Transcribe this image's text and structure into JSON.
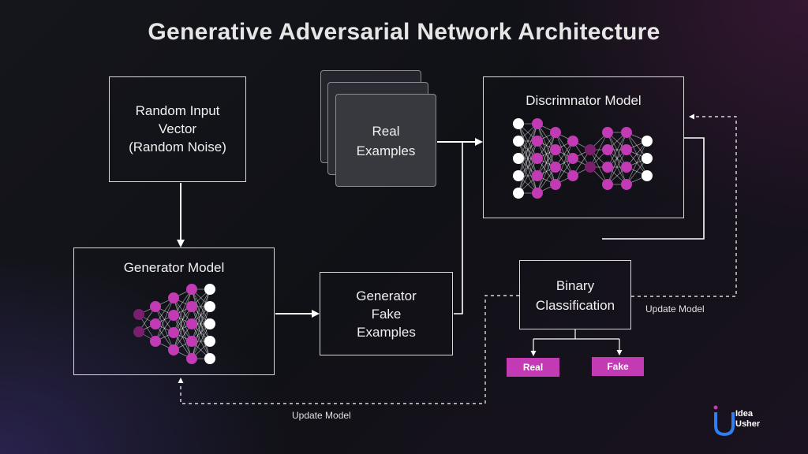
{
  "title": "Generative Adversarial Network Architecture",
  "nodes": {
    "random_input": [
      "Random Input",
      "Vector",
      "(Random Noise)"
    ],
    "real_examples": [
      "Real",
      "Examples"
    ],
    "discriminator": "Discrimnator Model",
    "generator": "Generator Model",
    "fake_examples": [
      "Generator",
      "Fake",
      "Examples"
    ],
    "binary": [
      "Binary",
      "Classification"
    ]
  },
  "outputs": {
    "real": "Real",
    "fake": "Fake"
  },
  "labels": {
    "update_right": "Update Model",
    "update_bottom": "Update Model"
  },
  "logo": {
    "line1": "Idea",
    "line2": "Usher"
  },
  "colors": {
    "accent": "#c23bb5",
    "dark_node": "#7a1f6d",
    "white_node": "#ffffff"
  }
}
